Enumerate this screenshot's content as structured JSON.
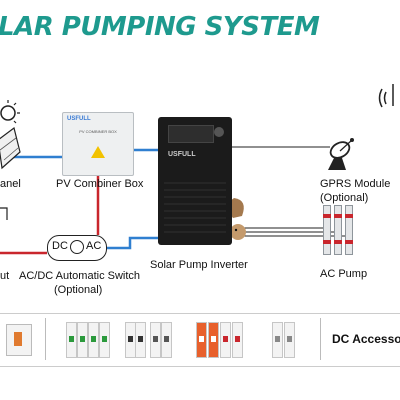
{
  "title": "LAR PUMPING SYSTEM",
  "labels": {
    "pv_panel": "anel",
    "pv_combiner_box": "PV Combiner Box",
    "solar_pump_inverter": "Solar Pump Inverter",
    "gprs_line1": "GPRS Module",
    "gprs_line2": "(Optional)",
    "ac_pump": "AC Pump",
    "acdc_line1": "AC/DC Automatic Switch",
    "acdc_line2": "(Optional)",
    "left_out": "ut",
    "dc_accessories": "DC Accesso"
  },
  "combiner": {
    "brand": "USFULL",
    "subtitle": "PV COMBINER BOX"
  },
  "inverter": {
    "brand": "USFULL"
  },
  "switch": {
    "dc": "DC",
    "ac": "AC"
  },
  "colors": {
    "title": "#1e9a8e",
    "dc_wire": "#2f7fd0",
    "ac_wire": "#c9262d"
  }
}
